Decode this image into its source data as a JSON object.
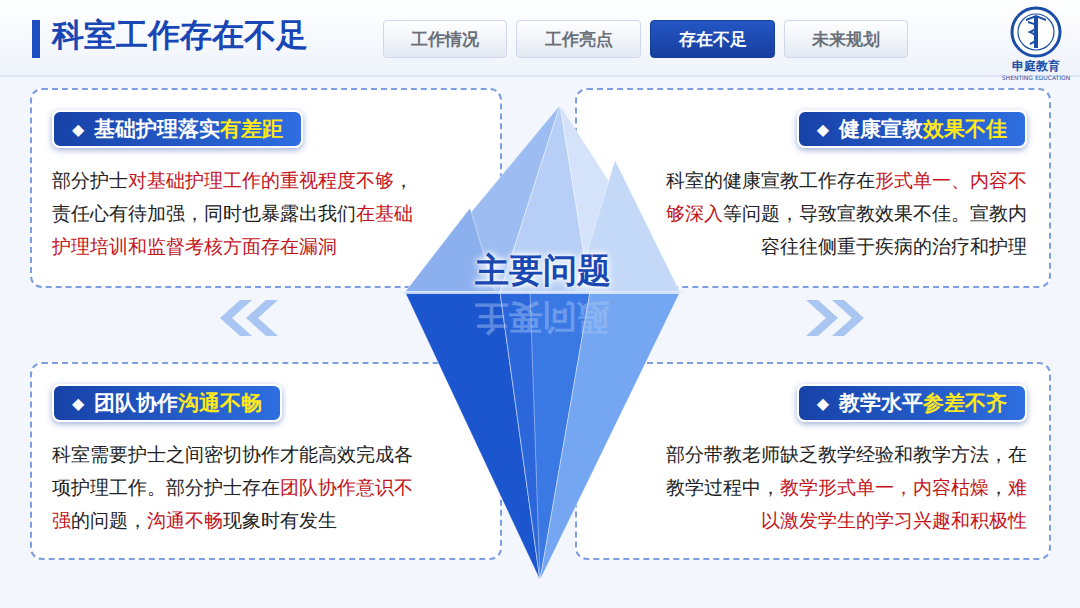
{
  "diagram": {
    "title": "科室工作存在不足",
    "nodes": [
      {
        "text": [
          "工作情况"
        ]
      },
      {
        "text": [
          "工作亮点"
        ]
      },
      {
        "text": [
          "存在不足"
        ]
      },
      {
        "text": [
          "未来规划"
        ]
      },
      {
        "text": [
          "部分护士",
          "对基础护理工作的重视程度不够",
          "，责任心有待加强，同时也暴露出我们",
          "在基础护理培训和监督考核方面存在漏洞"
        ]
      },
      {
        "text": [
          "◆",
          "基础护理落实",
          "有差距"
        ],
        "in": 4
      },
      {
        "text": [
          "科室的健康宣教工作存在",
          "形式单一、内容不够深入",
          "等问题，导致宣教效果不佳。宣教内容往往侧重于疾病的治疗和护理"
        ]
      },
      {
        "text": [
          "◆",
          "健康宣教",
          "效果不佳"
        ],
        "in": 6
      },
      {
        "text": [
          "主要问题"
        ]
      },
      {
        "text": [
          "科室需要护士之间密切协作才能高效完成各项护理工作。部分护士存在",
          "团队协作意识不强",
          "的问题，",
          "沟通不畅",
          "现象时有发生"
        ]
      },
      {
        "text": [
          "◆",
          "团队协作",
          "沟通不畅"
        ],
        "in": 9
      },
      {
        "text": [
          "部分带教老师缺乏教学经验和教学方法，在教学过程中，",
          "教学形式单一，内容枯燥",
          "，",
          "难以激发学生的学习兴趣和积极性"
        ]
      },
      {
        "text": [
          "◆",
          "教学水平",
          "参差不齐"
        ],
        "in": 11
      }
    ],
    "labels": [
      "申庭教育",
      "SHENTING EDUCATION",
      "主要问题"
    ]
  }
}
